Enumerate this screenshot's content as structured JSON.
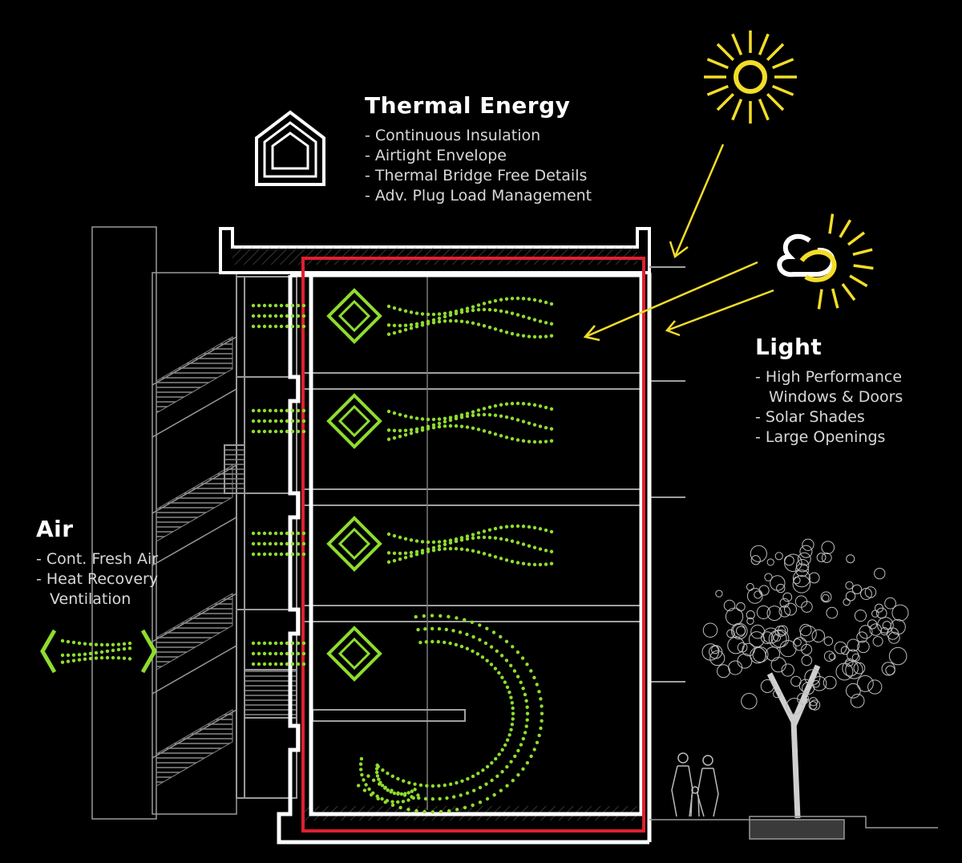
{
  "colors": {
    "background": "#000000",
    "structure": "#ffffff",
    "air_flow": "#8fdc2f",
    "sun": "#f3dd28",
    "envelope_line": "#e0202f",
    "outline_grey": "#9a9a9a"
  },
  "icons": {
    "thermal": "house-icon",
    "light_sun": "sun-icon",
    "light_cloud_sun": "cloud-sun-icon",
    "air": "airflow-icon",
    "tree": "tree-icon",
    "people": "people-icon"
  },
  "thermal": {
    "title": "Thermal Energy",
    "items": [
      "- Continuous Insulation",
      "- Airtight Envelope",
      "- Thermal Bridge Free Details",
      "- Adv. Plug Load Management"
    ]
  },
  "light": {
    "title": "Light",
    "item1_line1": "- High Performance",
    "item1_line2": "Windows & Doors",
    "item2": "- Solar Shades",
    "item3": "- Large Openings"
  },
  "air": {
    "title": "Air",
    "item1": "- Cont. Fresh Air",
    "item2_line1": "- Heat Recovery",
    "item2_line2": "Ventilation"
  }
}
